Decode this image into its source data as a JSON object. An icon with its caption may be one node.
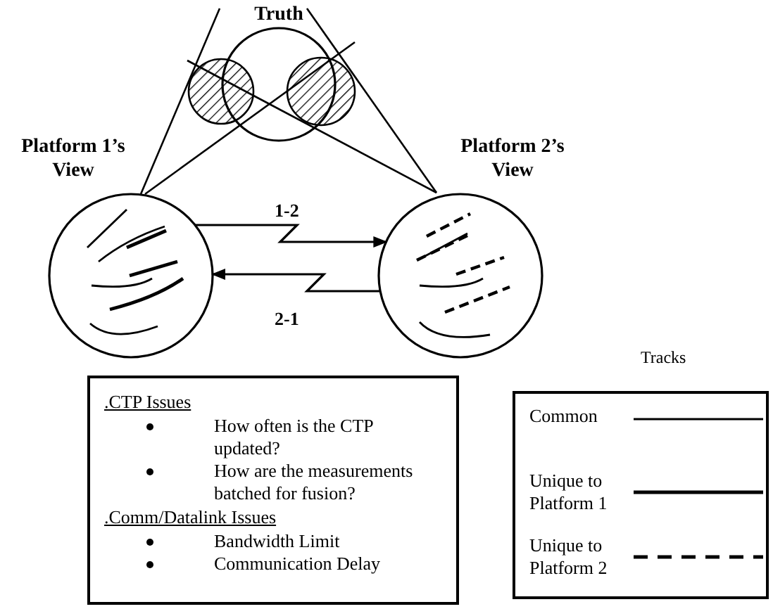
{
  "diagram": {
    "nodes": [
      {
        "text": [
          "Truth"
        ]
      },
      {
        "text": [
          "Platform 1’s View"
        ]
      },
      {
        "text": [
          "Platform 2’s View"
        ]
      },
      {
        "text": [
          ".CTP Issues",
          "How often is the CTP updated?",
          "How are the measurements batched for fusion?",
          ".Comm/Datalink Issues",
          "Bandwidth Limit",
          "Communication Delay"
        ]
      }
    ],
    "edges": [
      {
        "from": 1,
        "to": 2,
        "arrow": "to",
        "label": "1-2"
      },
      {
        "from": 2,
        "to": 1,
        "arrow": "to",
        "label": "2-1"
      }
    ],
    "labels": [
      "Tracks"
    ],
    "legend": [
      {
        "text": "Common"
      },
      {
        "text": "Unique to Platform 1"
      },
      {
        "text": "Unique to Platform 2"
      }
    ]
  }
}
